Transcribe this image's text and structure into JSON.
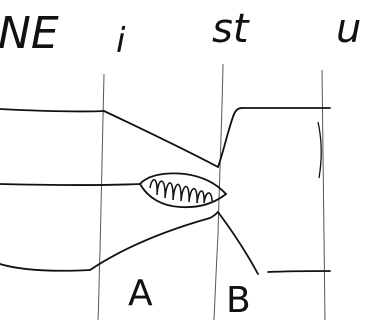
{
  "sketch": {
    "labels": {
      "top_left": "NE",
      "top_mid_left": "i",
      "top_mid_right": "st",
      "top_right": "u",
      "bottom_left": "A",
      "bottom_right": "B"
    },
    "ink_color": "#111111",
    "paper_color": "#ffffff"
  }
}
